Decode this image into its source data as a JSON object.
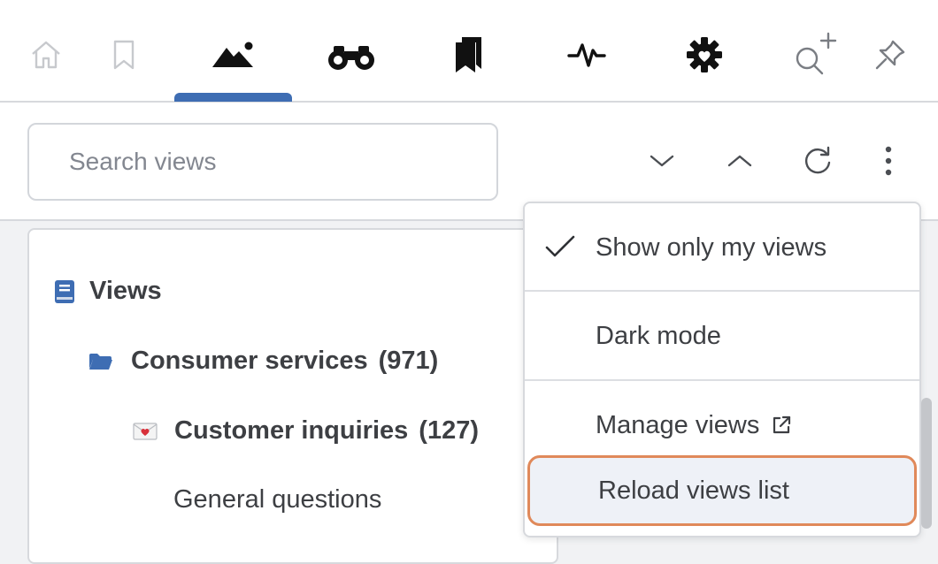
{
  "toolbar": {
    "icons": [
      "home-icon",
      "bookmark-outline-icon",
      "views-mountain-icon",
      "binoculars-icon",
      "bookmarks-icon",
      "activity-icon",
      "gear-icon",
      "search-plus-icon",
      "pin-icon"
    ],
    "active_tab": "views-mountain-icon",
    "accent_color": "#3e6db3"
  },
  "search": {
    "placeholder": "Search views",
    "value": ""
  },
  "actions": [
    "chevron-down-icon",
    "chevron-up-icon",
    "refresh-icon",
    "more-vertical-icon"
  ],
  "tree": {
    "root_label": "Views",
    "folder": {
      "label": "Consumer services",
      "count": "(971)"
    },
    "group": {
      "label": "Customer inquiries",
      "count": "(127)"
    },
    "item": {
      "label": "General questions"
    }
  },
  "menu": {
    "items": [
      {
        "label": "Show only my views",
        "checked": true
      },
      {
        "label": "Dark mode"
      },
      {
        "label": "Manage views",
        "external": true
      },
      {
        "label": "Reload views list",
        "highlighted": true
      }
    ],
    "highlight_color": "#e0895a"
  }
}
